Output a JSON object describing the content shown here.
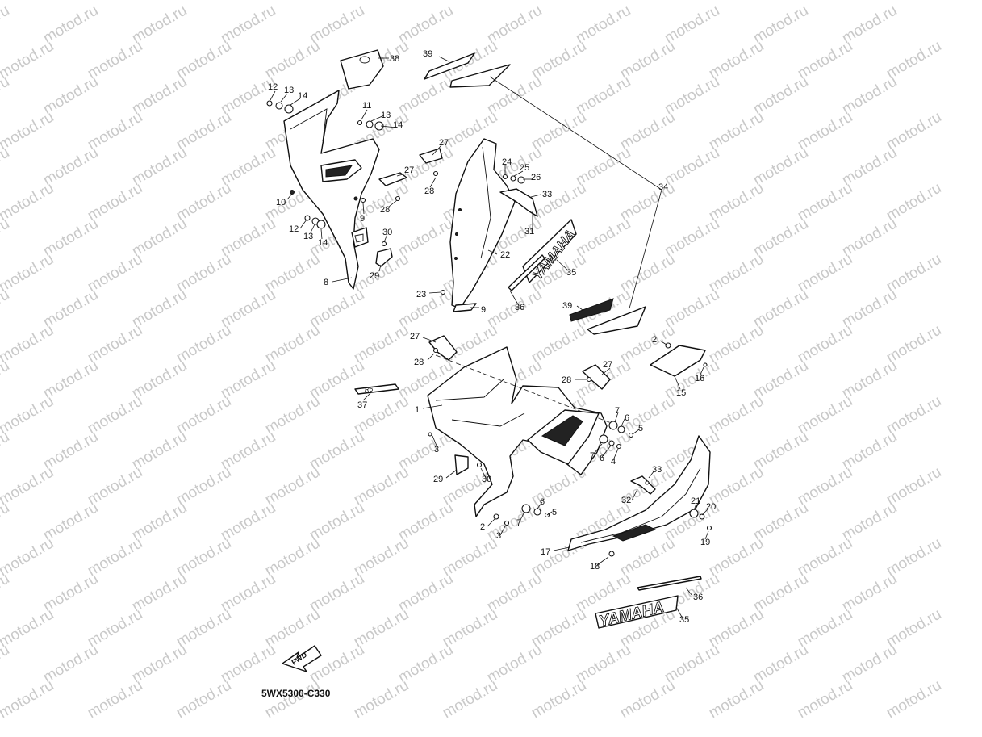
{
  "watermark": "motod.ru",
  "diagram_code": "5WX5300-C330",
  "fwd_label": "FWD",
  "decal_text": "YAMAHA",
  "callouts": [
    {
      "id": "c38",
      "text": "38"
    },
    {
      "id": "c39a",
      "text": "39"
    },
    {
      "id": "c12a",
      "text": "12"
    },
    {
      "id": "c13a",
      "text": "13"
    },
    {
      "id": "c14a",
      "text": "14"
    },
    {
      "id": "c11",
      "text": "11"
    },
    {
      "id": "c13b",
      "text": "13"
    },
    {
      "id": "c14b",
      "text": "14"
    },
    {
      "id": "c27a",
      "text": "27"
    },
    {
      "id": "c27b",
      "text": "27"
    },
    {
      "id": "c28a",
      "text": "28"
    },
    {
      "id": "c28b",
      "text": "28"
    },
    {
      "id": "c10",
      "text": "10"
    },
    {
      "id": "c9a",
      "text": "9"
    },
    {
      "id": "c12b",
      "text": "12"
    },
    {
      "id": "c13c",
      "text": "13"
    },
    {
      "id": "c14c",
      "text": "14"
    },
    {
      "id": "c30a",
      "text": "30"
    },
    {
      "id": "c29a",
      "text": "29"
    },
    {
      "id": "c8",
      "text": "8"
    },
    {
      "id": "c24",
      "text": "24"
    },
    {
      "id": "c25",
      "text": "25"
    },
    {
      "id": "c26",
      "text": "26"
    },
    {
      "id": "c33a",
      "text": "33"
    },
    {
      "id": "c31",
      "text": "31"
    },
    {
      "id": "c34",
      "text": "34"
    },
    {
      "id": "c22",
      "text": "22"
    },
    {
      "id": "c35a",
      "text": "35"
    },
    {
      "id": "c23",
      "text": "23"
    },
    {
      "id": "c9b",
      "text": "9"
    },
    {
      "id": "c36a",
      "text": "36"
    },
    {
      "id": "c39b",
      "text": "39"
    },
    {
      "id": "c27c",
      "text": "27"
    },
    {
      "id": "c28c",
      "text": "28"
    },
    {
      "id": "c2a",
      "text": "2"
    },
    {
      "id": "c16",
      "text": "16"
    },
    {
      "id": "c15",
      "text": "15"
    },
    {
      "id": "c27d",
      "text": "27"
    },
    {
      "id": "c28d",
      "text": "28"
    },
    {
      "id": "c37",
      "text": "37"
    },
    {
      "id": "c1",
      "text": "1"
    },
    {
      "id": "c7a",
      "text": "7"
    },
    {
      "id": "c6a",
      "text": "6"
    },
    {
      "id": "c5a",
      "text": "5"
    },
    {
      "id": "c3a",
      "text": "3"
    },
    {
      "id": "c7b",
      "text": "7"
    },
    {
      "id": "c6b",
      "text": "6"
    },
    {
      "id": "c4",
      "text": "4"
    },
    {
      "id": "c29b",
      "text": "29"
    },
    {
      "id": "c30b",
      "text": "30"
    },
    {
      "id": "c33b",
      "text": "33"
    },
    {
      "id": "c32",
      "text": "32"
    },
    {
      "id": "c6c",
      "text": "6"
    },
    {
      "id": "c5b",
      "text": "5"
    },
    {
      "id": "c2b",
      "text": "2"
    },
    {
      "id": "c7c",
      "text": "7"
    },
    {
      "id": "c3b",
      "text": "3"
    },
    {
      "id": "c21",
      "text": "21"
    },
    {
      "id": "c20",
      "text": "20"
    },
    {
      "id": "c19",
      "text": "19"
    },
    {
      "id": "c17",
      "text": "17"
    },
    {
      "id": "c18",
      "text": "18"
    },
    {
      "id": "c36b",
      "text": "36"
    },
    {
      "id": "c35b",
      "text": "35"
    }
  ]
}
